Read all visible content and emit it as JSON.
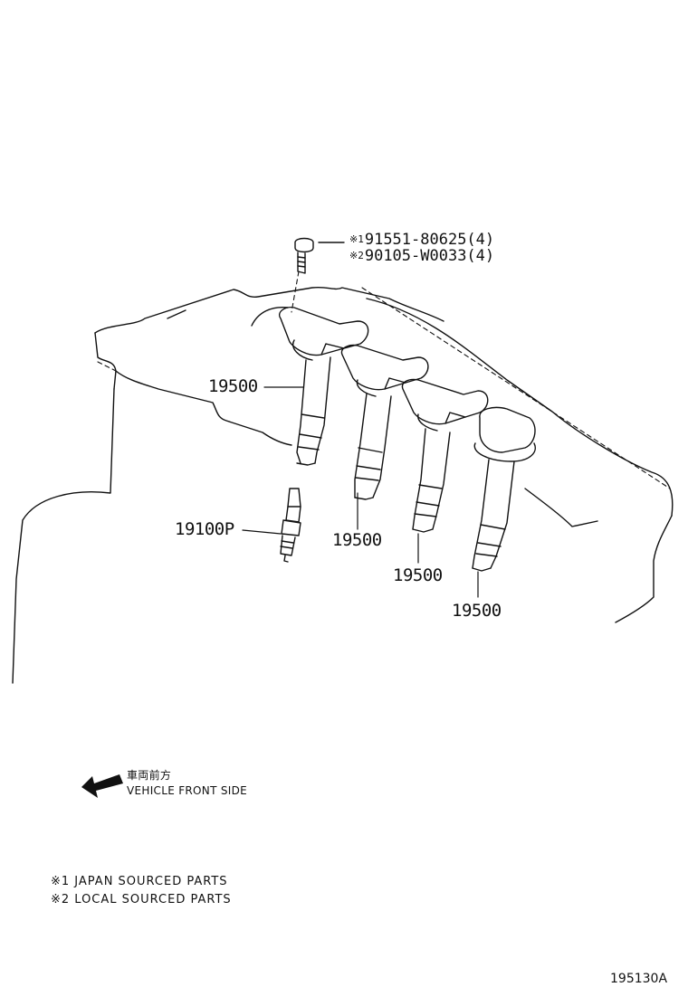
{
  "diagram": {
    "callouts": {
      "bolt_japan": {
        "mark": "※1",
        "part": "91551-80625(4)"
      },
      "bolt_local": {
        "mark": "※2",
        "part": "90105-W0033(4)"
      }
    },
    "parts": {
      "coil_1": "19500",
      "coil_2": "19500",
      "coil_3": "19500",
      "coil_4": "19500",
      "spark_plug": "19100P"
    },
    "direction": {
      "japanese": "車両前方",
      "english": "VEHICLE FRONT SIDE"
    },
    "legend": [
      "※1 JAPAN SOURCED PARTS",
      "※2 LOCAL SOURCED PARTS"
    ],
    "figure_code": "195130A"
  }
}
